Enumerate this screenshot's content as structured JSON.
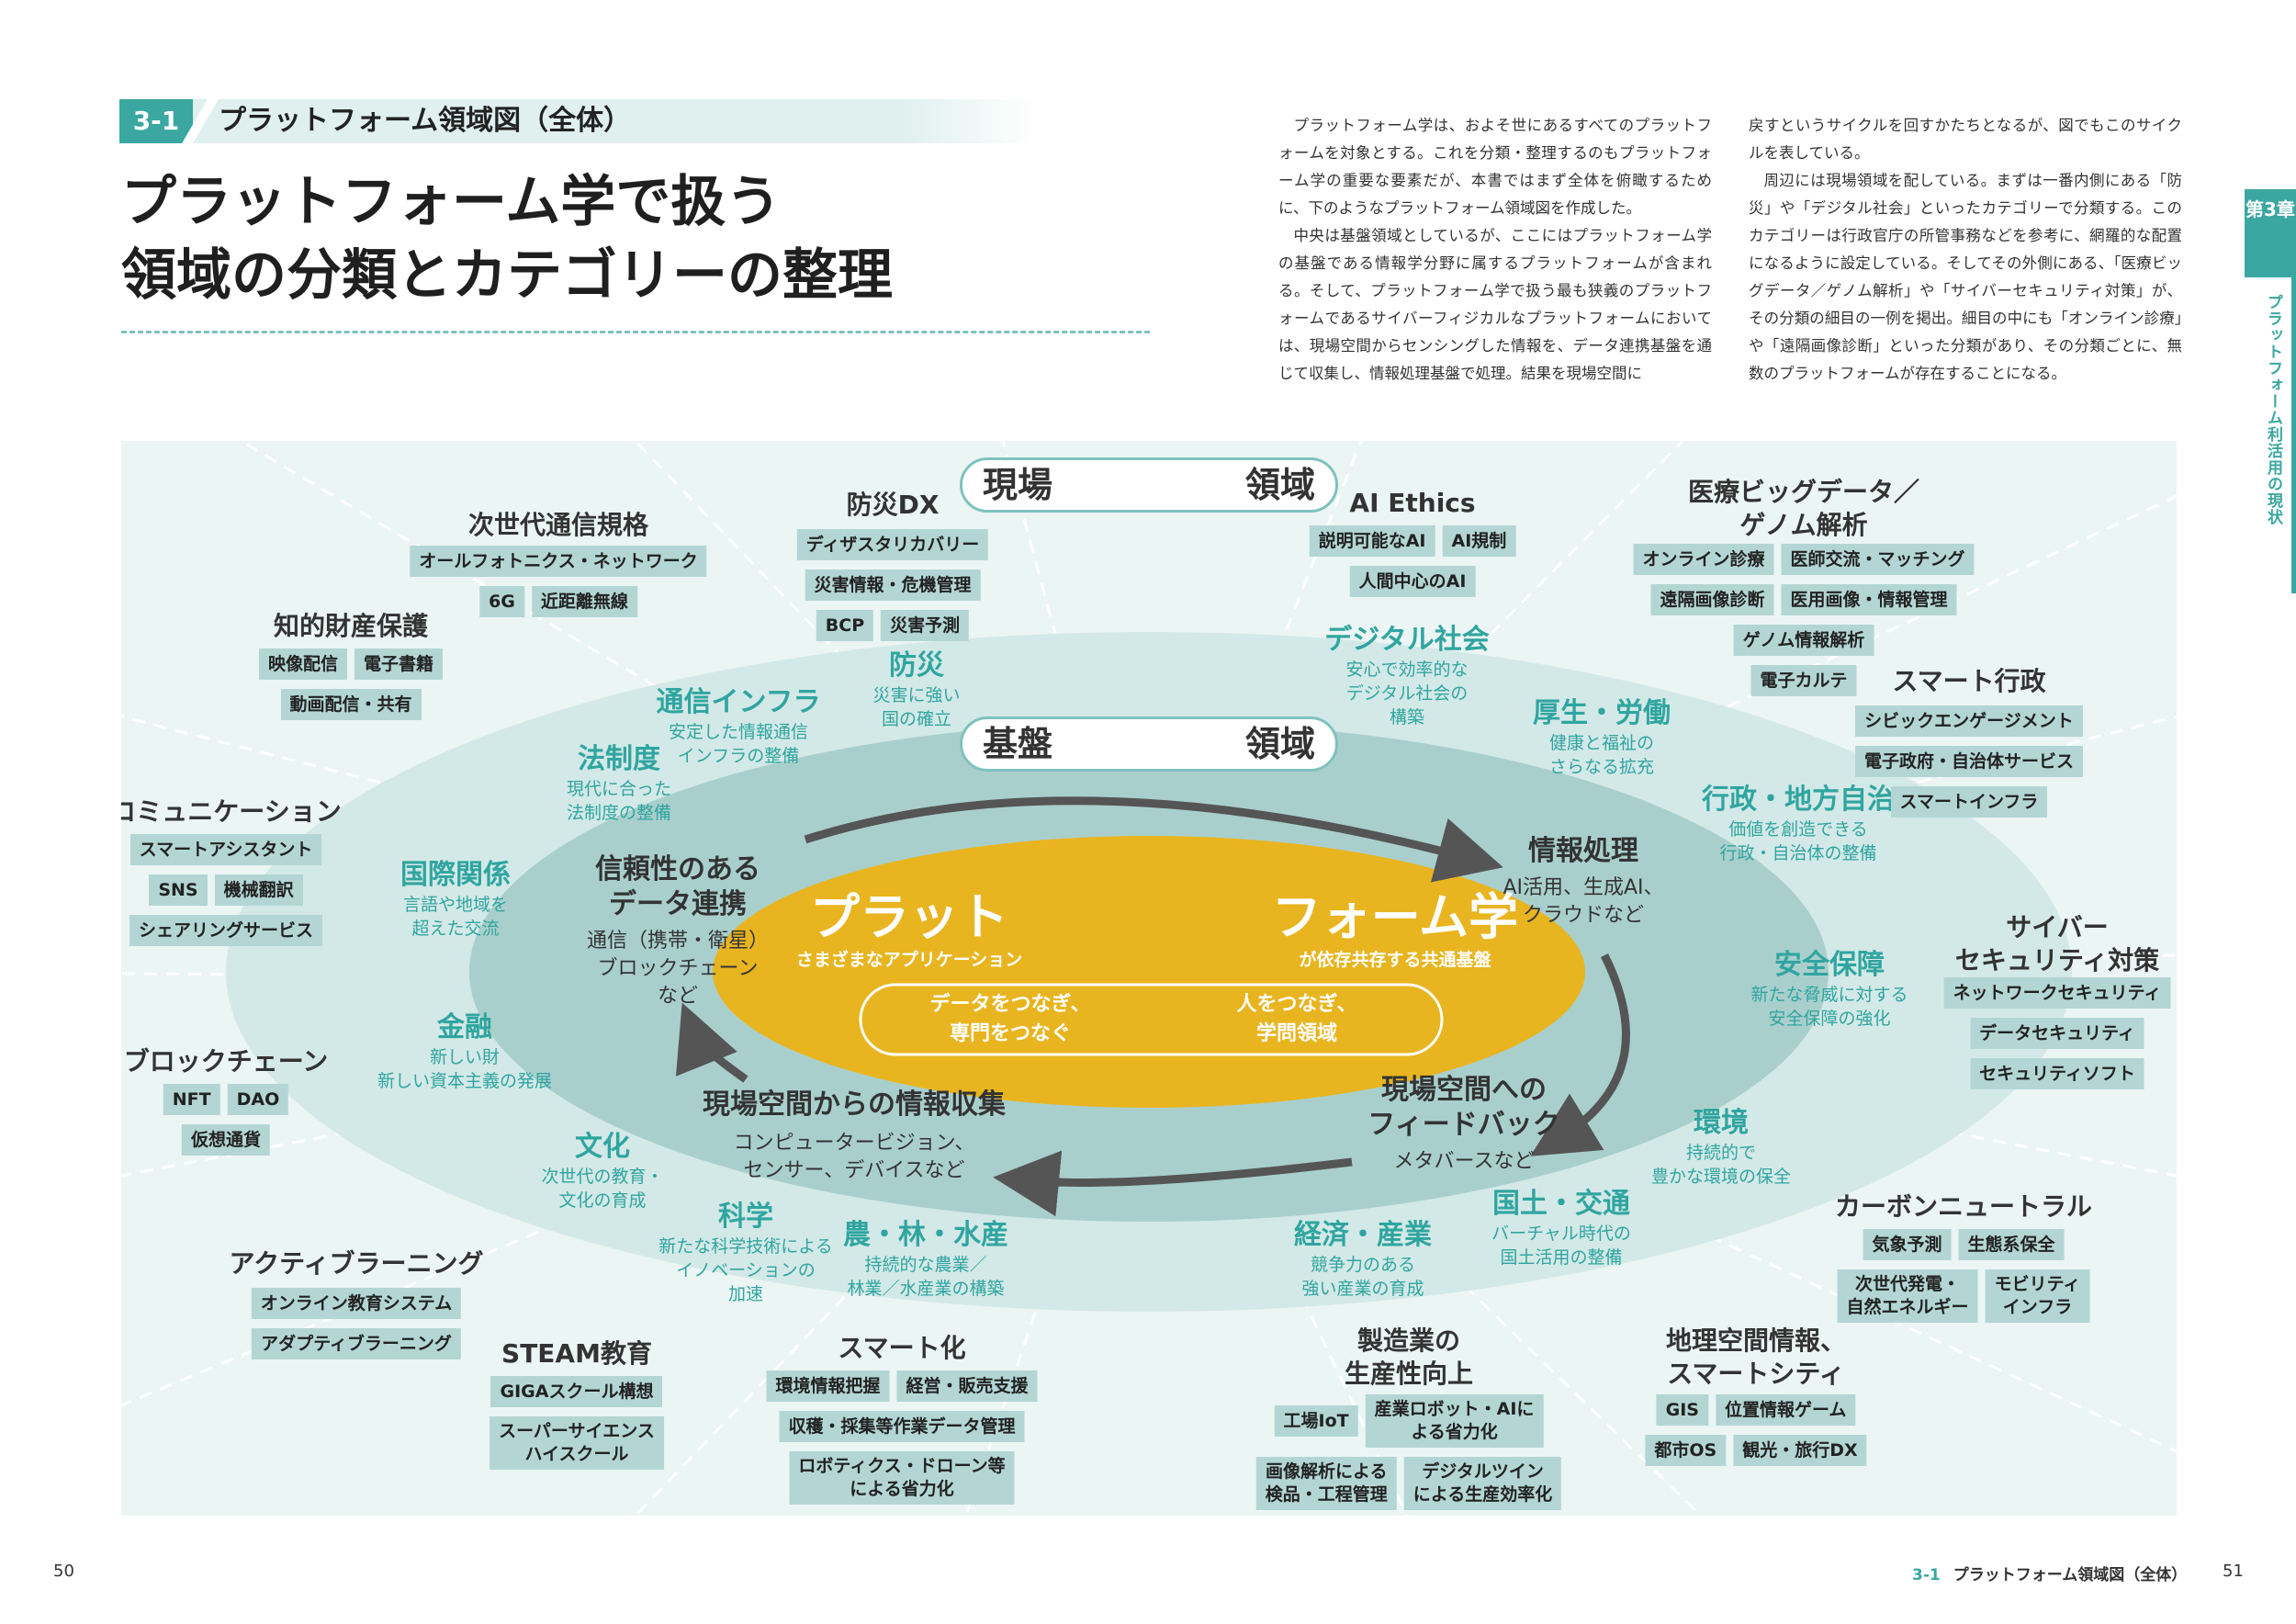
{
  "header": {
    "section_number": "3-1",
    "section_title": "プラットフォーム領域図（全体）",
    "title_line1": "プラットフォーム学で扱う",
    "title_line2": "領域の分類とカテゴリーの整理"
  },
  "intro": {
    "col1": [
      "プラットフォーム学は、およそ世にあるすべてのプラットフォームを対象とする。これを分類・整理するのもプラットフォーム学の重要な要素だが、本書ではまず全体を俯瞰するために、下のようなプラットフォーム領域図を作成した。",
      "中央は基盤領域としているが、ここにはプラットフォーム学の基盤である情報学分野に属するプラットフォームが含まれる。そして、プラットフォーム学で扱う最も狭義のプラットフォームであるサイバーフィジカルなプラットフォームにおいては、現場空間からセンシングした情報を、データ連携基盤を通じて収集し、情報処理基盤で処理。結果を現場空間に"
    ],
    "col2": [
      "戻すというサイクルを回すかたちとなるが、図でもこのサイクルを表している。",
      "周辺には現場領域を配している。まずは一番内側にある「防災」や「デジタル社会」といったカテゴリーで分類する。このカテゴリーは行政官庁の所管事務などを参考に、網羅的な配置になるように設定している。そしてその外側にある、「医療ビッグデータ／ゲノム解析」や「サイバーセキュリティ対策」が、その分類の細目の一例を掲出。細目の中にも「オンライン診療」や「遠隔画像診断」といった分類があり、その分類ごとに、無数のプラットフォームが存在することになる。"
    ]
  },
  "side_tab": {
    "chapter": "第3章",
    "text": "プラットフォーム利活用の現状"
  },
  "diagram": {
    "genba": {
      "left": "現場",
      "right": "領域"
    },
    "kiban": {
      "left": "基盤",
      "right": "領域"
    },
    "center": {
      "left_title": "プラット",
      "right_title": "フォーム学",
      "left_sub": "さまざまなアプリケーション",
      "right_sub": "が依存共存する共通基盤",
      "inner_left_1": "データをつなぎ、",
      "inner_left_2": "専門をつなぐ",
      "inner_right_1": "人をつなぎ、",
      "inner_right_2": "学問領域"
    },
    "cycle": {
      "data": {
        "title1": "信頼性のある",
        "title2": "データ連携",
        "sub1": "通信（携帯・衛星）",
        "sub2": "ブロックチェーン",
        "sub3": "など"
      },
      "proc": {
        "title": "情報処理",
        "sub1": "AI活用、生成AI、",
        "sub2": "クラウドなど"
      },
      "feedback": {
        "title1": "現場空間への",
        "title2": "フィードバック",
        "sub": "メタバースなど"
      },
      "collect": {
        "title": "現場空間からの情報収集",
        "sub1": "コンピュータービジョン、",
        "sub2": "センサー、デバイスなど"
      }
    },
    "teal": [
      {
        "t": "通信インフラ",
        "s1": "安定した情報通信",
        "s2": "インフラの整備"
      },
      {
        "t": "防災",
        "s1": "災害に強い",
        "s2": "国の確立"
      },
      {
        "t": "デジタル社会",
        "s1": "安心で効率的な",
        "s2": "デジタル社会の",
        "s3": "構築"
      },
      {
        "t": "厚生・労働",
        "s1": "健康と福祉の",
        "s2": "さらなる拡充"
      },
      {
        "t": "行政・地方自治",
        "s1": "価値を創造できる",
        "s2": "行政・自治体の整備"
      },
      {
        "t": "法制度",
        "s1": "現代に合った",
        "s2": "法制度の整備"
      },
      {
        "t": "国際関係",
        "s1": "言語や地域を",
        "s2": "超えた交流"
      },
      {
        "t": "金融",
        "s1": "新しい財",
        "s2": "新しい資本主義の発展"
      },
      {
        "t": "文化",
        "s1": "次世代の教育・",
        "s2": "文化の育成"
      },
      {
        "t": "科学",
        "s1": "新たな科学技術による",
        "s2": "イノベーションの",
        "s3": "加速"
      },
      {
        "t": "農・林・水産",
        "s1": "持続的な農業／",
        "s2": "林業／水産業の構築"
      },
      {
        "t": "経済・産業",
        "s1": "競争力のある",
        "s2": "強い産業の育成"
      },
      {
        "t": "国土・交通",
        "s1": "バーチャル時代の",
        "s2": "国土活用の整備"
      },
      {
        "t": "環境",
        "s1": "持続的で",
        "s2": "豊かな環境の保全"
      },
      {
        "t": "安全保障",
        "s1": "新たな脅威に対する",
        "s2": "安全保障の強化"
      }
    ],
    "outer": {
      "jisedai": {
        "title": "次世代通信規格",
        "rows": [
          [
            "オールフォトニクス・ネットワーク"
          ],
          [
            "6G",
            "近距離無線"
          ]
        ]
      },
      "bousai": {
        "title": "防災DX",
        "rows": [
          [
            "ディザスタリカバリー"
          ],
          [
            "災害情報・危機管理"
          ],
          [
            "BCP",
            "災害予測"
          ]
        ]
      },
      "ai": {
        "title": "AI Ethics",
        "rows": [
          [
            "説明可能なAI",
            "AI規制"
          ],
          [
            "人間中心のAI"
          ]
        ]
      },
      "iryou": {
        "title1": "医療ビッグデータ／",
        "title2": "ゲノム解析",
        "rows": [
          [
            "オンライン診療",
            "医師交流・マッチング"
          ],
          [
            "遠隔画像診断",
            "医用画像・情報管理"
          ],
          [
            "ゲノム情報解析"
          ],
          [
            "電子カルテ"
          ]
        ]
      },
      "chiteki": {
        "title": "知的財産保護",
        "rows": [
          [
            "映像配信",
            "電子書籍"
          ],
          [
            "動画配信・共有"
          ]
        ]
      },
      "smart_gov": {
        "title": "スマート行政",
        "rows": [
          [
            "シビックエンゲージメント"
          ],
          [
            "電子政府・自治体サービス"
          ],
          [
            "スマートインフラ"
          ]
        ]
      },
      "comm": {
        "title": "コミュニケーション",
        "rows": [
          [
            "スマートアシスタント"
          ],
          [
            "SNS",
            "機械翻訳"
          ],
          [
            "シェアリングサービス"
          ]
        ]
      },
      "cyber": {
        "title1": "サイバー",
        "title2": "セキュリティ対策",
        "rows": [
          [
            "ネットワークセキュリティ"
          ],
          [
            "データセキュリティ"
          ],
          [
            "セキュリティソフト"
          ]
        ]
      },
      "block": {
        "title": "ブロックチェーン",
        "rows": [
          [
            "NFT",
            "DAO"
          ],
          [
            "仮想通貨"
          ]
        ]
      },
      "carbon": {
        "title": "カーボンニュートラル",
        "rows": [
          [
            "気象予測",
            "生態系保全"
          ],
          [
            "次世代発電・\n自然エネルギー",
            "モビリティ\nインフラ"
          ]
        ]
      },
      "active": {
        "title": "アクティブラーニング",
        "rows": [
          [
            "オンライン教育システム"
          ],
          [
            "アダプティブラーニング"
          ]
        ]
      },
      "steam": {
        "title": "STEAM教育",
        "rows": [
          [
            "GIGAスクール構想"
          ],
          [
            "スーパーサイエンス\nハイスクール"
          ]
        ]
      },
      "smartka": {
        "title": "スマート化",
        "rows": [
          [
            "環境情報把握",
            "経営・販売支援"
          ],
          [
            "収穫・採集等作業データ管理"
          ],
          [
            "ロボティクス・ドローン等\nによる省力化"
          ]
        ]
      },
      "seizou": {
        "title1": "製造業の",
        "title2": "生産性向上",
        "rows": [
          [
            "工場IoT",
            "産業ロボット・AIに\nよる省力化"
          ],
          [
            "画像解析による\n検品・工程管理",
            "デジタルツイン\nによる生産効率化"
          ]
        ]
      },
      "chiri": {
        "title1": "地理空間情報、",
        "title2": "スマートシティ",
        "rows": [
          [
            "GIS",
            "位置情報ゲーム"
          ],
          [
            "都市OS",
            "観光・旅行DX"
          ]
        ]
      }
    }
  },
  "footer": {
    "left_page": "50",
    "right_page": "51",
    "section_number": "3-1",
    "section_title": "プラットフォーム領域図（全体）"
  },
  "colors": {
    "teal": "#30a5a0",
    "chip": "#b3d6d4",
    "center": "#e8b520",
    "bg": "#ebf5f4"
  }
}
